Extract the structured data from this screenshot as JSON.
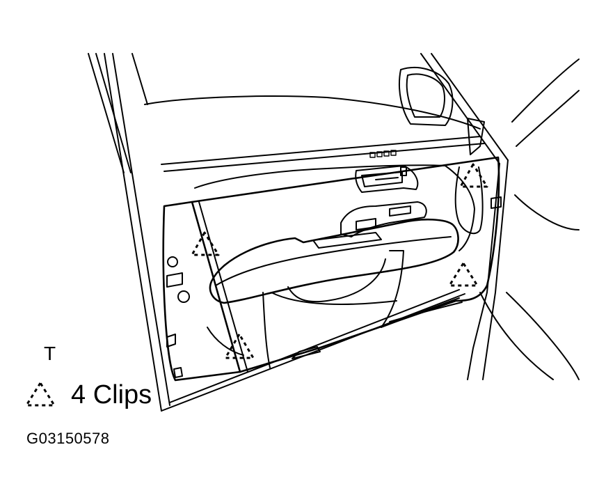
{
  "diagram": {
    "view_marker": "T",
    "legend": {
      "symbol": "clip-triangle-icon",
      "text": "4 Clips"
    },
    "figure_id": "G03150578"
  }
}
